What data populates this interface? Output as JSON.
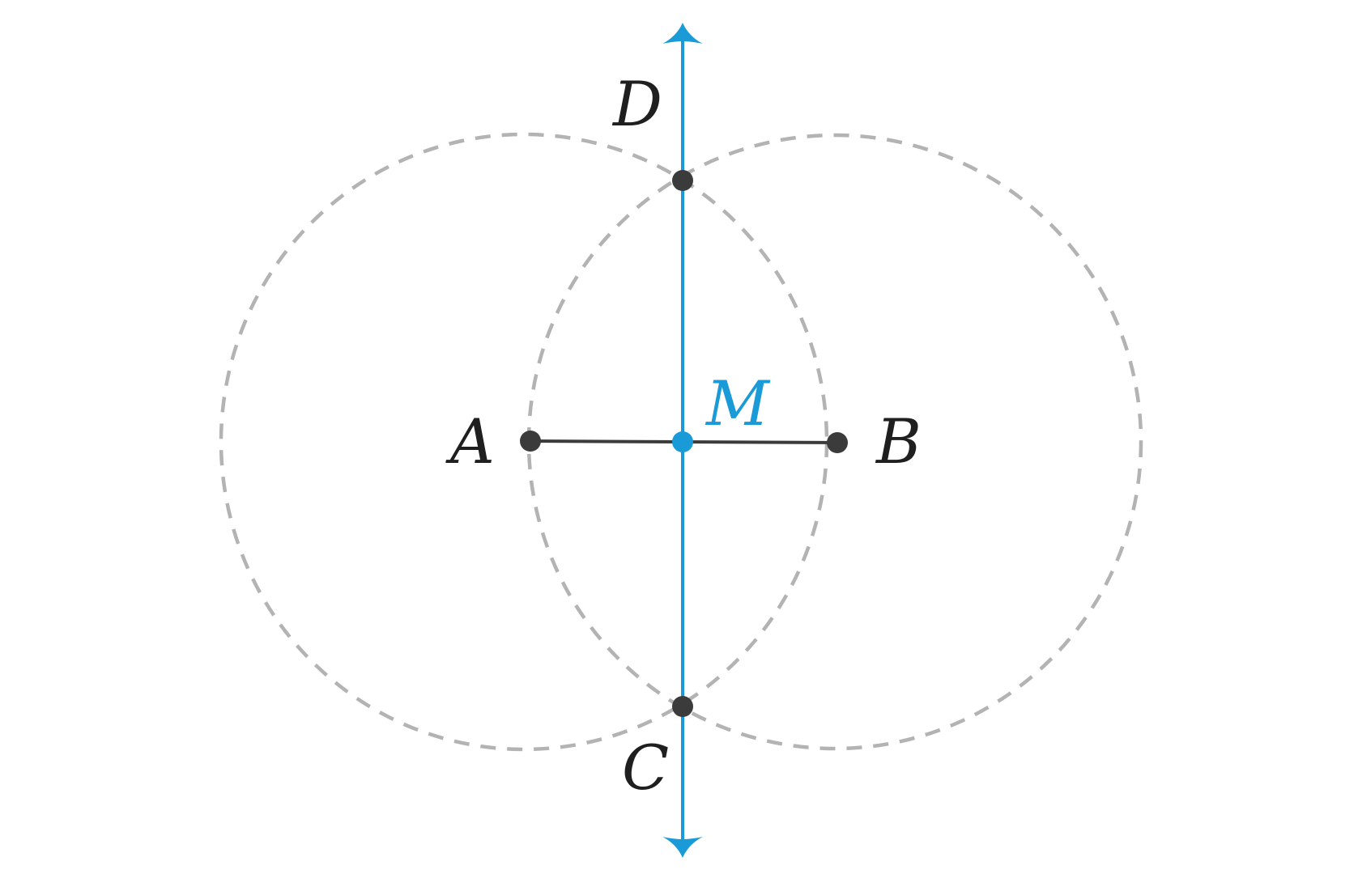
{
  "colors": {
    "background": "#ffffff",
    "circle": "#b3b3b3",
    "segment": "#3b3b3b",
    "point": "#3b3b3b",
    "bisector": "#1a9ad6",
    "label": "#1f1f1f",
    "midpoint_label": "#1a9ad6"
  },
  "labels": {
    "A": "A",
    "B": "B",
    "C": "C",
    "D": "D",
    "M": "M"
  }
}
